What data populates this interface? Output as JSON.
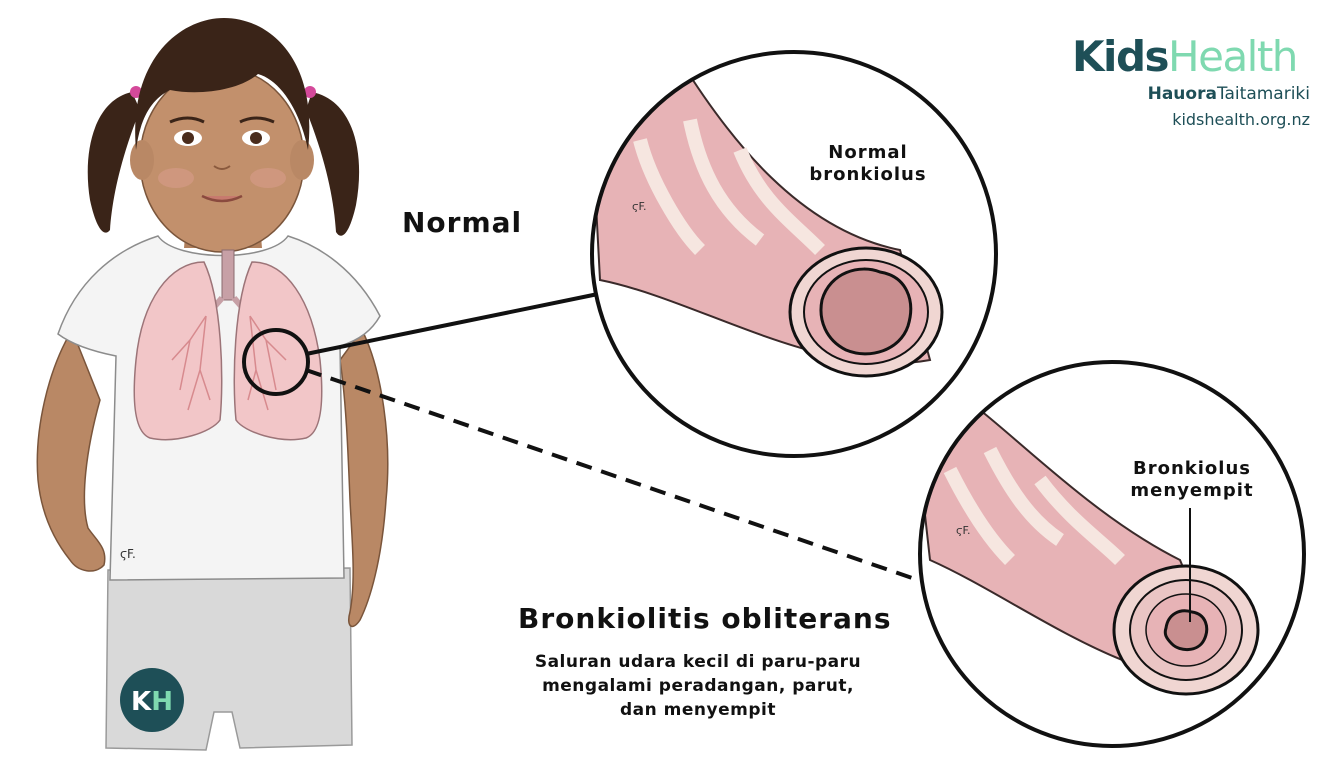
{
  "logo": {
    "kids": "Kids",
    "health": "Health",
    "sub_bold": "Hauora",
    "sub_rest": "Taitamariki",
    "url": "kidshealth.org.nz",
    "badge": "KH"
  },
  "labels": {
    "normal_heading": "Normal",
    "normal_bronchiole_line1": "Normal",
    "normal_bronchiole_line2": "bronkiolus",
    "narrowed_bronchiole_line1": "Bronkiolus",
    "narrowed_bronchiole_line2": "menyempit",
    "condition_title": "Bronkiolitis obliterans",
    "description_line1": "Saluran udara kecil di paru-paru",
    "description_line2": "mengalami peradangan, parut,",
    "description_line3": "dan menyempit",
    "artist_signature": "ϛF."
  },
  "colors": {
    "brand_dark": "#1e4f57",
    "brand_light": "#7fd9b0",
    "lung_pink": "#f2c6c8",
    "airway_pink": "#e7b3b6",
    "skin": "#b98865",
    "hair": "#3a2418",
    "shirt": "#f4f4f4",
    "shorts": "#d9d9d9"
  }
}
